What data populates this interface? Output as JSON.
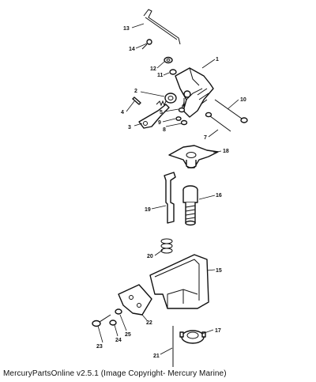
{
  "caption": "MercuryPartsOnline v2.5.1 (Image Copyright- Mercury Marine)",
  "callouts": [
    "1",
    "2",
    "3",
    "4",
    "5",
    "6",
    "7",
    "8",
    "9",
    "10",
    "11",
    "12",
    "13",
    "14",
    "15",
    "16",
    "17",
    "18",
    "19",
    "20",
    "21",
    "22",
    "23",
    "24",
    "25"
  ]
}
